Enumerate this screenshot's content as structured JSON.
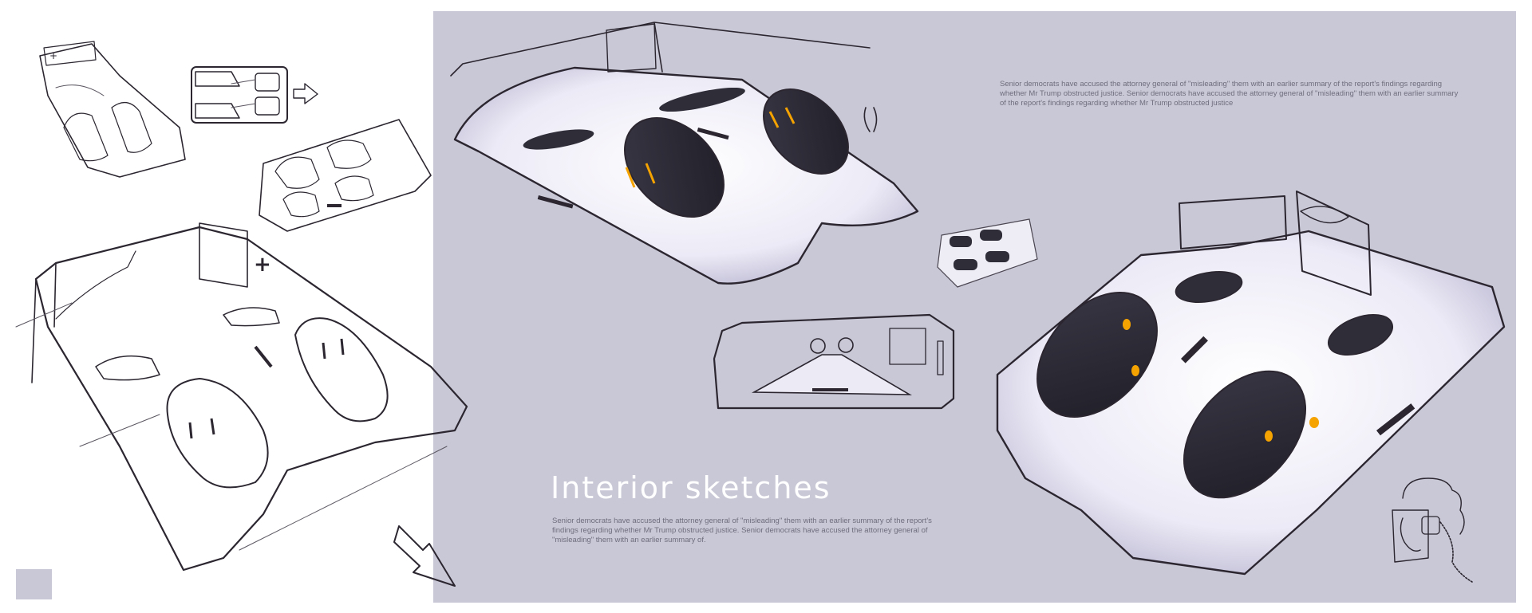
{
  "page": {
    "background": "#ffffff",
    "panel_color": "#c9c8d6",
    "accent_orange": "#f5a300",
    "seat_dark": "#2f2d38",
    "floor_light": "#f2f1f8"
  },
  "title": {
    "text": "Interior sketches"
  },
  "captions": {
    "left": "Senior democrats have accused the attorney general of \"misleading\" them with an earlier summary of the report's findings regarding whether Mr Trump obstructed justice. Senior democrats have accused the attorney general of \"misleading\" them with an earlier summary of.",
    "right": "Senior democrats have accused the attorney general of \"misleading\" them with an earlier summary of the report's findings regarding whether Mr Trump obstructed justice. Senior democrats have accused the attorney general of \"misleading\" them with an earlier summary of the report's findings regarding whether Mr Trump obstructed justice"
  },
  "sketches": [
    {
      "name": "pencil-interior-topview-small",
      "style": "line"
    },
    {
      "name": "pencil-layout-topdown-with-arrow",
      "style": "line"
    },
    {
      "name": "pencil-interior-four-seat",
      "style": "line"
    },
    {
      "name": "pencil-interior-large",
      "style": "line"
    },
    {
      "name": "rendered-interior-front",
      "style": "shaded"
    },
    {
      "name": "rendered-mini-layout",
      "style": "shaded"
    },
    {
      "name": "side-section-sketch",
      "style": "shaded"
    },
    {
      "name": "rendered-interior-rear",
      "style": "shaded"
    },
    {
      "name": "passenger-head-sketch",
      "style": "line"
    }
  ]
}
